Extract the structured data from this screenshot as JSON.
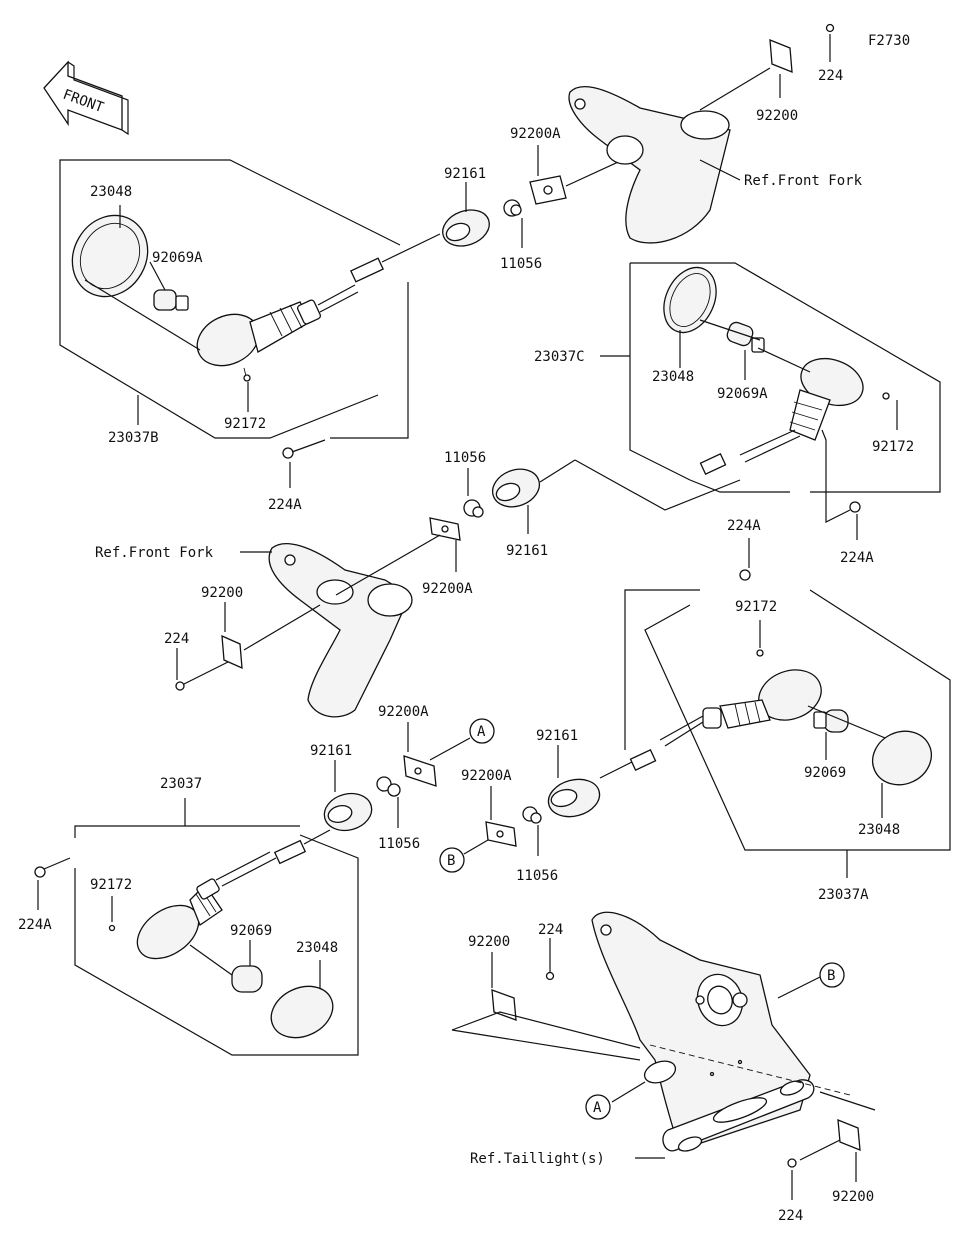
{
  "figure_code": "F2730",
  "front_label": "FRONT",
  "labels": {
    "ref_front_fork": "Ref.Front Fork",
    "ref_taillight": "Ref.Taillight(s)",
    "callout_a": "A",
    "callout_b": "B"
  },
  "parts": {
    "p23048": "23048",
    "p92069A": "92069A",
    "p92069": "92069",
    "p92172": "92172",
    "p23037B": "23037B",
    "p23037C": "23037C",
    "p23037A": "23037A",
    "p23037": "23037",
    "p224A": "224A",
    "p224": "224",
    "p92161": "92161",
    "p11056": "11056",
    "p92200A": "92200A",
    "p92200": "92200"
  }
}
